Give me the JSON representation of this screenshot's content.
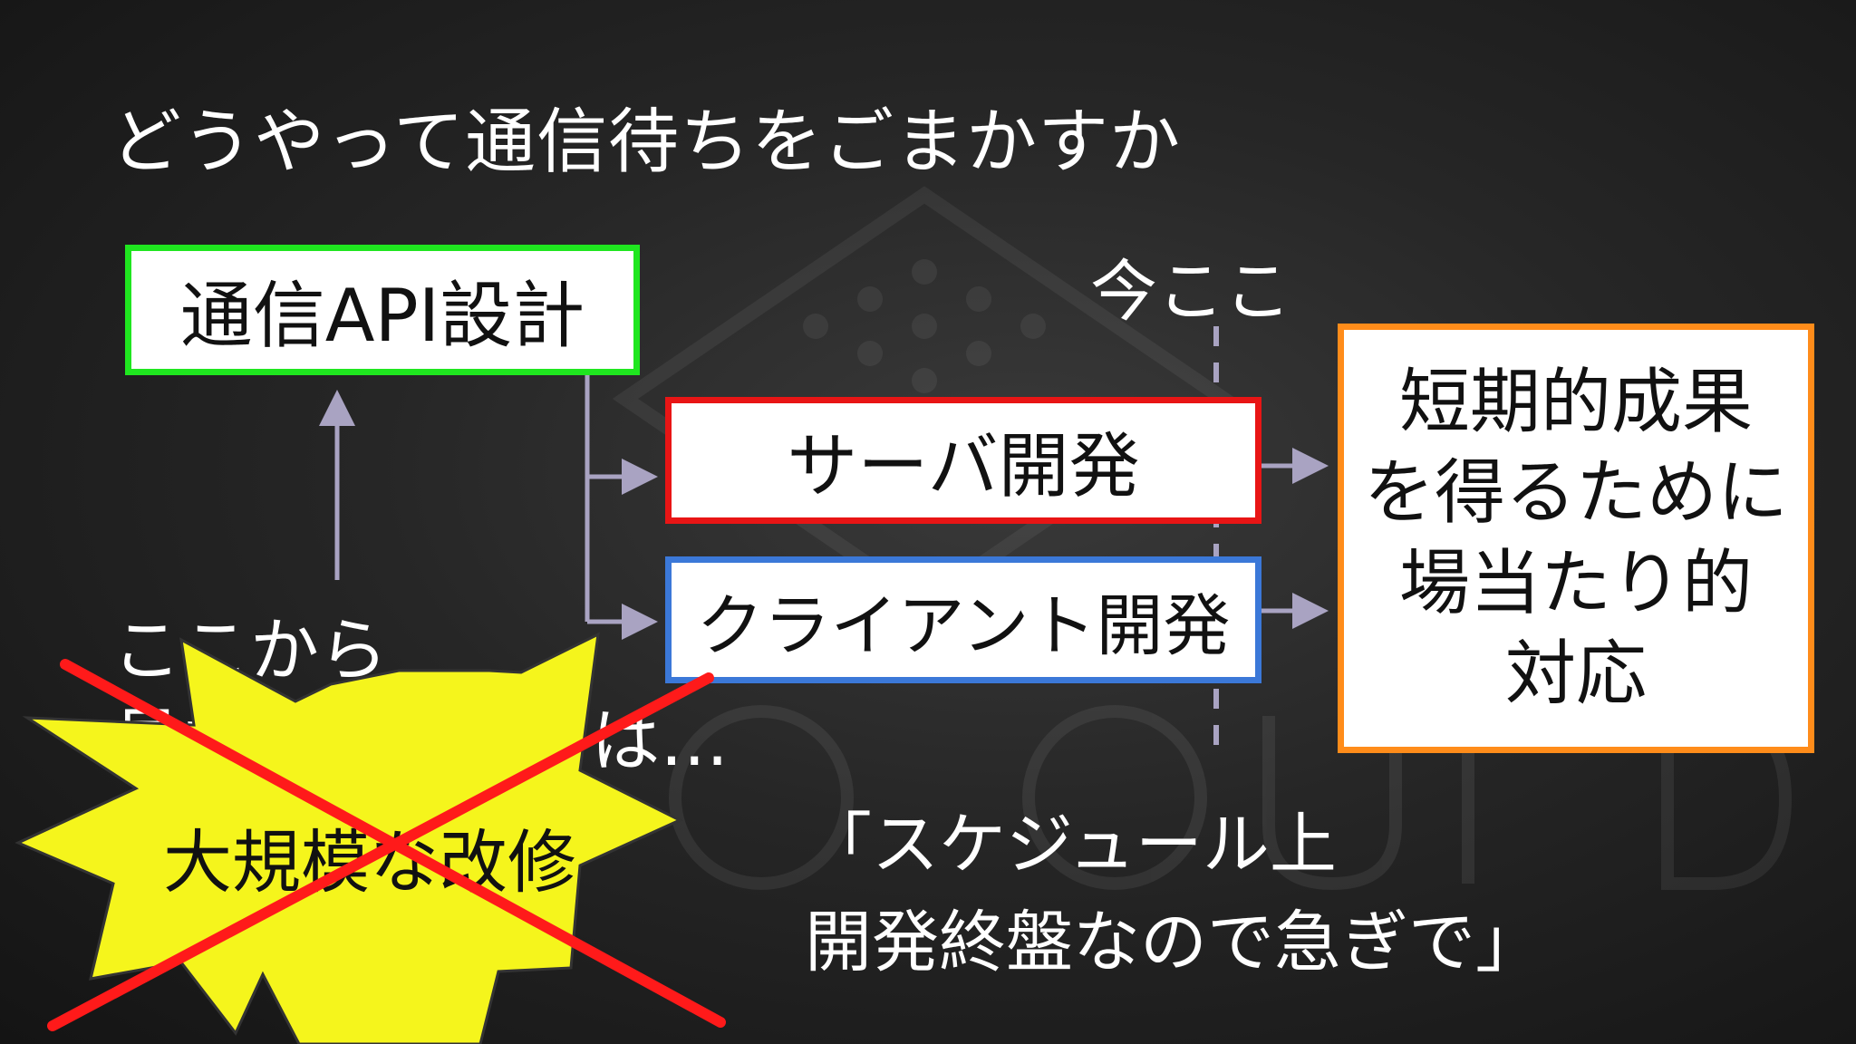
{
  "slide": {
    "title": "どうやって通信待ちをごまかすか",
    "api_box": "通信API設計",
    "now_label": "今ここ",
    "server_box": "サーバ開発",
    "client_box": "クライアント開発",
    "result_box": [
      "短期的成果",
      "を得るために",
      "場当たり的",
      "対応"
    ],
    "left_text": [
      "ここから",
      "見なおさなくては…"
    ],
    "burst_text": "大規模な改修",
    "quote": [
      "「スケジュール上",
      "開発終盤なので急ぎで」"
    ]
  },
  "colors": {
    "api_border": "#1fe61f",
    "server_border": "#e81515",
    "client_border": "#3b78d8",
    "result_border": "#ff8c1a",
    "arrow": "#a9a3c2",
    "burst_fill": "#f5f51c",
    "cross": "#ff1a1a"
  }
}
